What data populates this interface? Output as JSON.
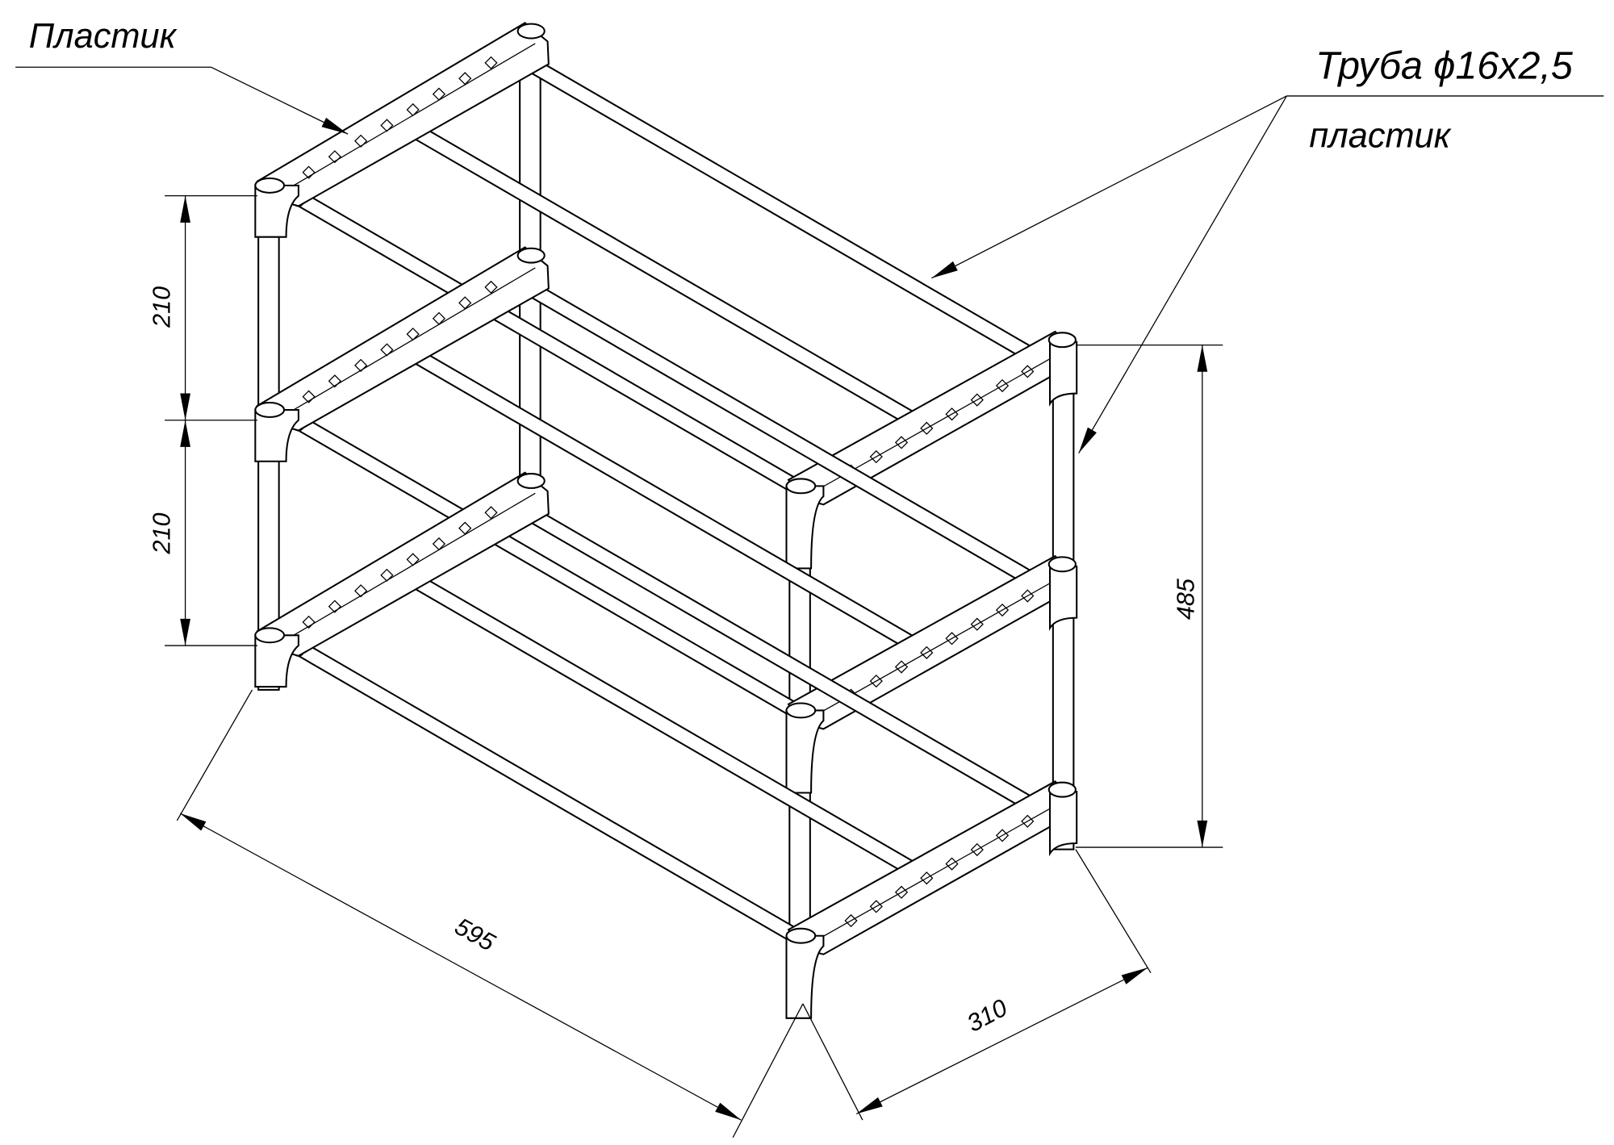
{
  "labels": {
    "plastic_top_left": "Пластик",
    "pipe_spec": "Труба ϕ16x2,5",
    "plastic_right": "пластик"
  },
  "dimensions": {
    "shelf_gap_upper": "210",
    "shelf_gap_lower": "210",
    "total_height": "485",
    "length": "595",
    "depth": "310"
  },
  "colors": {
    "line": "#000000",
    "background": "#ffffff"
  }
}
